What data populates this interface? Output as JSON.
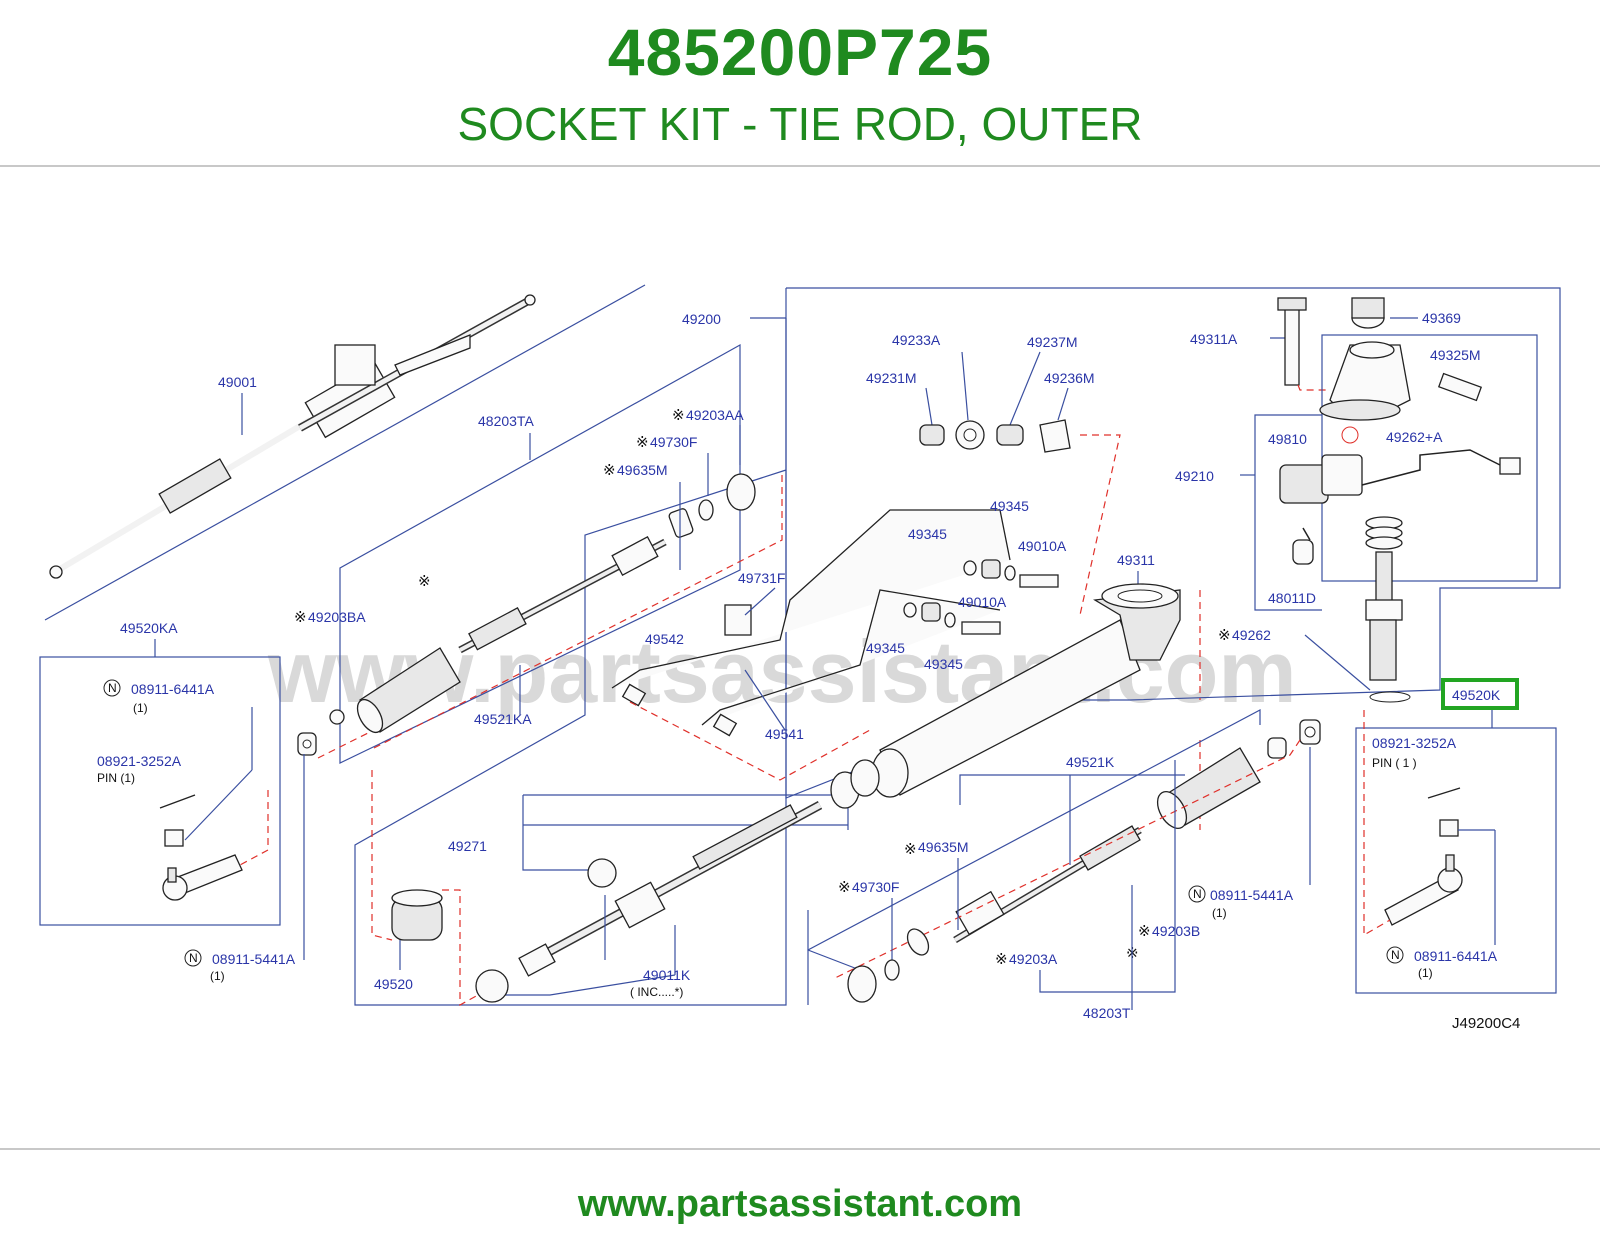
{
  "header": {
    "part_number": "485200P725",
    "part_name": "SOCKET KIT - TIE ROD, OUTER"
  },
  "watermark": "www.partsassistant.com",
  "footer": {
    "url": "www.partsassistant.com"
  },
  "diagram": {
    "ref_code": "J49200C4",
    "highlight_color": "#22a522",
    "label_color": "#2a35a8",
    "leader_color": "#3a4fa0",
    "dashed_color": "#e0302a",
    "labels": {
      "l49001": "49001",
      "l49200": "49200",
      "l48203TA": "48203TA",
      "l49203AA": "49203AA",
      "l49730F_top": "49730F",
      "l49635M_top": "49635M",
      "l49203BA": "49203BA",
      "l49520KA": "49520KA",
      "l49521KA": "49521KA",
      "l49233A": "49233A",
      "l49237M": "49237M",
      "l49231M": "49231M",
      "l49236M": "49236M",
      "l49345_a": "49345",
      "l49345_b": "49345",
      "l49345_c": "49345",
      "l49345_d": "49345",
      "l49010A_a": "49010A",
      "l49010A_b": "49010A",
      "l49731F": "49731F",
      "l49542": "49542",
      "l49541": "49541",
      "l49311": "49311",
      "l49311A": "49311A",
      "l49369": "49369",
      "l49325M": "49325M",
      "l49810": "49810",
      "l49262A": "49262+A",
      "l49210": "49210",
      "l48011D": "48011D",
      "l49262": "49262",
      "l49520K": "49520K",
      "l08921_left": "08921-3252A",
      "l08921_right": "08921-3252A",
      "l08911_6441_left": "08911-6441A",
      "l08911_6441_right": "08911-6441A",
      "l08911_5441_left": "08911-5441A",
      "l08911_5441_right": "08911-5441A",
      "l49271": "49271",
      "l49520": "49520",
      "l49011K": "49011K",
      "l49011K_note": "(    INC.....*)",
      "l49521K": "49521K",
      "l49635M_bot": "49635M",
      "l49730F_bot": "49730F",
      "l49203B": "49203B",
      "l49203A": "49203A",
      "l48203T": "48203T"
    },
    "notes": {
      "pin_left": "PIN     (1)",
      "pin_right": "PIN    (      1    )",
      "qty1": "(1)",
      "n_badge": "N",
      "kome": "※"
    }
  }
}
